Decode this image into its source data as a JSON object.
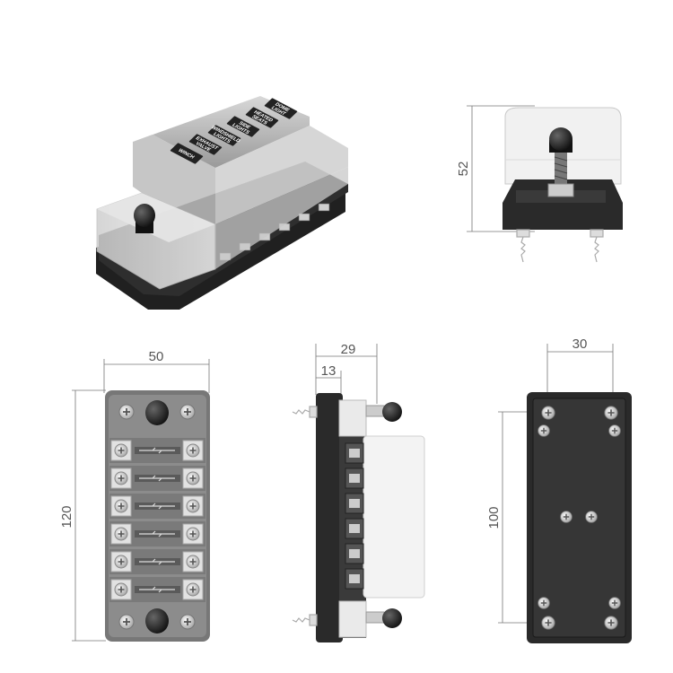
{
  "figure": {
    "slot_labels": [
      [
        "DOME",
        "LIGHT"
      ],
      [
        "HEATED",
        "SEATS"
      ],
      [
        "SIDE",
        "LIGHTS"
      ],
      [
        "WINDSHIELD",
        "LIGHTS"
      ],
      [
        "EXHAUST",
        "VALVE"
      ],
      [
        "WINCH",
        ""
      ]
    ],
    "dimensions": {
      "end_height": "52",
      "front_width": "50",
      "front_height": "120",
      "side_depth": "29",
      "side_inner": "13",
      "mount_spacing_x": "30",
      "mount_spacing_y": "100"
    },
    "fuse_count": 6,
    "colors": {
      "base": "#2b2b2b",
      "cover": "#d9d9d9",
      "stud_cap": "#1a1a1a",
      "dim_line": "#777777",
      "terminal": "#bdbdbd"
    },
    "icons": [
      "screw-icon",
      "stud-cap-icon",
      "mounting-screw-icon"
    ]
  }
}
